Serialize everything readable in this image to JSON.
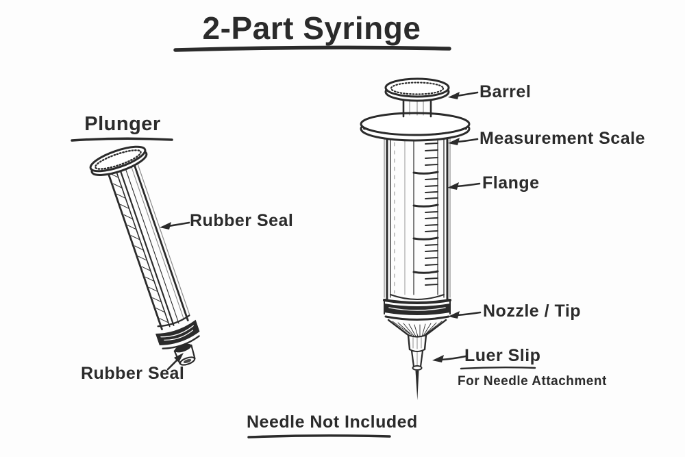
{
  "title": "2-Part Syringe",
  "colors": {
    "ink": "#2b2b2b",
    "paper": "#fdfdfd"
  },
  "plunger": {
    "heading": "Plunger",
    "labels": {
      "rubber_seal_side": "Rubber Seal",
      "rubber_seal_tip": "Rubber Seal"
    }
  },
  "syringe": {
    "labels": {
      "barrel": "Barrel",
      "measurement_scale": "Measurement Scale",
      "flange": "Flange",
      "nozzle_tip": "Nozzle / Tip",
      "luer_slip": "Luer Slip",
      "luer_slip_note": "For Needle Attachment"
    }
  },
  "footer": {
    "note": "Needle Not Included"
  },
  "icons": {
    "arrow_left": "←",
    "arrow_up_right": "↗"
  }
}
